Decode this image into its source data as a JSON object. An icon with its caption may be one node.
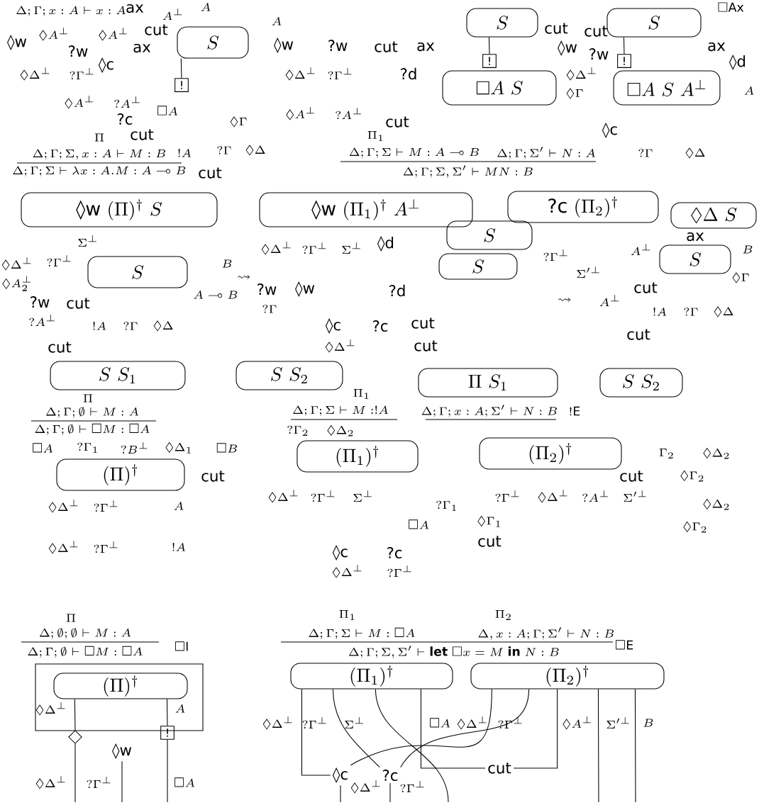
{
  "diagram": {
    "nodes": [
      {
        "text": [
          "S"
        ]
      },
      {
        "text": [
          "S"
        ]
      },
      {
        "text": [
          "S"
        ]
      },
      {
        "text": [
          "\\Box A",
          "S"
        ]
      },
      {
        "text": [
          "\\Box A",
          "S",
          "A^\\perp"
        ]
      },
      {
        "text": [
          "!"
        ]
      },
      {
        "text": [
          "!"
        ]
      },
      {
        "text": [
          "!"
        ]
      },
      {
        "text": [
          "◊w",
          "(\\Pi)^\\dagger",
          "S"
        ]
      },
      {
        "text": [
          "◊w",
          "(\\Pi_1)^\\dagger",
          "A^\\perp"
        ]
      },
      {
        "text": [
          "?c",
          "(\\Pi_2)^\\dagger"
        ]
      },
      {
        "text": [
          "\\Diamond\\Delta",
          "S"
        ]
      },
      {
        "text": [
          "S"
        ]
      },
      {
        "text": [
          "S"
        ]
      },
      {
        "text": [
          "S"
        ]
      },
      {
        "text": [
          "S"
        ]
      },
      {
        "text": [
          "S",
          "S_1"
        ]
      },
      {
        "text": [
          "S",
          "S_2"
        ]
      },
      {
        "text": [
          "(\\Pi)^\\dagger"
        ]
      },
      {
        "text": [
          "(\\Pi_1)^\\dagger"
        ]
      },
      {
        "text": [
          "\\Pi",
          "S_1"
        ]
      },
      {
        "text": [
          "S",
          "S_2"
        ]
      },
      {
        "text": [
          "(\\Pi_2)^\\dagger"
        ]
      },
      {
        "text": [],
        "shape": "box"
      },
      {
        "text": [
          "(\\Pi)^\\dagger"
        ],
        "in": 23
      },
      {
        "text": [
          "!"
        ]
      },
      {
        "text": [],
        "shape": "diamond"
      },
      {
        "text": [
          "(\\Pi_1)^\\dagger"
        ]
      },
      {
        "text": [
          "(\\Pi_2)^\\dagger"
        ]
      },
      {
        "text": [
          "cut"
        ]
      },
      {
        "text": [
          "◊c"
        ]
      },
      {
        "text": [
          "?c"
        ]
      },
      {
        "text": [
          "◊w"
        ]
      }
    ],
    "edges": [
      {
        "from": 24,
        "to": 26,
        "arrow": "none"
      },
      {
        "from": 24,
        "to": 25,
        "arrow": "none"
      },
      {
        "from": 26,
        "to": null,
        "arrow": "none"
      },
      {
        "from": 25,
        "to": null,
        "arrow": "none"
      },
      {
        "from": 32,
        "to": null,
        "arrow": "none"
      },
      {
        "from": 27,
        "to": 30,
        "arrow": "none"
      },
      {
        "from": 28,
        "to": 30,
        "arrow": "none"
      },
      {
        "from": 27,
        "to": 31,
        "arrow": "none"
      },
      {
        "from": 28,
        "to": 31,
        "arrow": "none"
      },
      {
        "from": 27,
        "to": 29,
        "arrow": "none"
      },
      {
        "from": 28,
        "to": 29,
        "arrow": "none"
      },
      {
        "from": 27,
        "to": null,
        "arrow": "none"
      },
      {
        "from": 28,
        "to": null,
        "arrow": "none"
      },
      {
        "from": 28,
        "to": null,
        "arrow": "none"
      },
      {
        "from": 30,
        "to": null,
        "arrow": "none"
      },
      {
        "from": 31,
        "to": null,
        "arrow": "none"
      },
      {
        "from": 5,
        "to": 0,
        "arrow": "none"
      },
      {
        "from": 6,
        "to": 1,
        "arrow": "none"
      },
      {
        "from": 7,
        "to": 2,
        "arrow": "none"
      }
    ],
    "labels": [
      "\\Delta;\\Gamma;x:A\\vdash x:A",
      "ax",
      "A^\\perp",
      "A",
      "◊w",
      "\\Diamond A^\\perp",
      "?w",
      "\\Diamond A^\\perp",
      "ax",
      "cut",
      "◊c",
      "\\Diamond\\Delta^\\perp",
      "?\\Gamma^\\perp",
      "\\Diamond A^\\perp",
      "?A^\\perp",
      "\\Box A",
      "?c",
      "\\Pi",
      "cut",
      "\\Delta;\\Gamma;\\Sigma,x:A\\vdash M:B",
      "!A",
      "\\Delta;\\Gamma;\\Sigma\\vdash\\lambda x:A.M:A\\multimap B",
      "cut",
      "?\\Gamma",
      "\\Diamond\\Delta",
      "\\Diamond\\Gamma",
      "A",
      "◊w",
      "?w",
      "\\Diamond\\Delta^\\perp",
      "?\\Gamma^\\perp",
      "\\Diamond A^\\perp",
      "?A^\\perp",
      "cut",
      "ax",
      "?d",
      "\\Pi_1",
      "cut",
      "\\Delta;\\Gamma;\\Sigma\\vdash M:A\\multimap B",
      "\\Delta;\\Gamma;\\Sigma'\\vdash N:A",
      "\\Delta;\\Gamma;\\Sigma,\\Sigma'\\vdash MN:B",
      "cut",
      "◊w",
      "cut",
      "?w",
      "\\Diamond\\Delta^\\perp",
      "\\Diamond\\Gamma",
      "◊c",
      "?\\Gamma",
      "\\Diamond\\Delta",
      "◊d",
      "ax",
      "A",
      "\\Box\\mathrm{Ax}",
      "B",
      "\\rightsquigarrow",
      "A\\multimap B",
      "\\Diamond\\Delta^\\perp",
      "?\\Gamma^\\perp",
      "\\Diamond A_2^\\perp",
      "?w",
      "?A^\\perp",
      "cut",
      "!A",
      "?\\Gamma",
      "\\Diamond\\Delta",
      "cut",
      "\\Sigma^\\perp",
      "?w",
      "◊w",
      "?\\Gamma",
      "\\Diamond\\Delta^\\perp",
      "?\\Gamma^\\perp",
      "\\Sigma^\\perp",
      "◊c",
      "\\Diamond\\Delta^\\perp",
      "?c",
      "cut",
      "cut",
      "?d",
      "◊d",
      "?\\Gamma^\\perp",
      "\\Sigma'^\\perp",
      "\\rightsquigarrow",
      "A^\\perp",
      "cut",
      "cut",
      "!A",
      "?\\Gamma",
      "\\Diamond\\Delta",
      "B",
      "\\Diamond\\Gamma",
      "ax",
      "A^\\perp",
      "\\Pi",
      "\\Delta;\\Gamma;\\emptyset\\vdash M:A",
      "\\Delta;\\Gamma;\\emptyset\\vdash\\Box M:\\Box A",
      "\\Box A",
      "?\\Gamma_1",
      "?B^\\perp",
      "\\Diamond\\Delta_1",
      "\\Box B",
      "cut",
      "\\Diamond\\Delta^\\perp",
      "?\\Gamma^\\perp",
      "A",
      "\\Diamond\\Delta^\\perp",
      "?\\Gamma^\\perp",
      "!A",
      "\\Pi_1",
      "\\Delta;\\Gamma;\\Sigma\\vdash M:!A",
      "?\\Gamma_2",
      "\\Diamond\\Delta_2",
      "\\Delta;\\Gamma;x:A;\\Sigma'\\vdash N:B",
      "!\\mathrm{E}",
      "\\Diamond\\Delta^\\perp",
      "?\\Gamma^\\perp",
      "\\Sigma^\\perp",
      "?\\Gamma_1",
      "?\\Gamma^\\perp",
      "\\Diamond\\Delta^\\perp",
      "?A^\\perp",
      "\\Sigma'^\\perp",
      "\\Gamma_2",
      "\\Diamond\\Delta_2",
      "\\Diamond\\Gamma_2",
      "\\Diamond\\Delta_2",
      "\\Box A",
      "\\Diamond\\Gamma_1",
      "\\Diamond\\Gamma_2",
      "cut",
      "cut",
      "◊c",
      "\\Diamond\\Delta^\\perp",
      "?c",
      "?\\Gamma^\\perp",
      "\\Pi",
      "\\Delta;\\emptyset;\\emptyset\\vdash M:A",
      "\\Delta;\\Gamma;\\emptyset\\vdash\\Box M:\\Box A",
      "\\Box\\mathrm{I}",
      "\\Diamond\\Delta^\\perp",
      "A",
      "\\Diamond\\Delta^\\perp",
      "?\\Gamma^\\perp",
      "\\Box A",
      "\\Pi_1",
      "\\Pi_2",
      "\\Delta;\\Gamma;\\Sigma\\vdash M:\\Box A",
      "\\Delta,x:A;\\Gamma;\\Sigma'\\vdash N:B",
      "\\Delta;\\Gamma;\\Sigma,\\Sigma'\\vdash\\mathbf{let}\\ \\Box x=M\\ \\mathbf{in}\\ N:B",
      "\\Box\\mathrm{E}",
      "\\Diamond\\Delta^\\perp",
      "?\\Gamma^\\perp",
      "\\Sigma^\\perp",
      "\\Box A",
      "\\Diamond\\Delta^\\perp",
      "?\\Gamma^\\perp",
      "\\Diamond A^\\perp",
      "\\Sigma'^\\perp",
      "B",
      "\\Diamond\\Delta^\\perp",
      "?\\Gamma^\\perp"
    ]
  }
}
